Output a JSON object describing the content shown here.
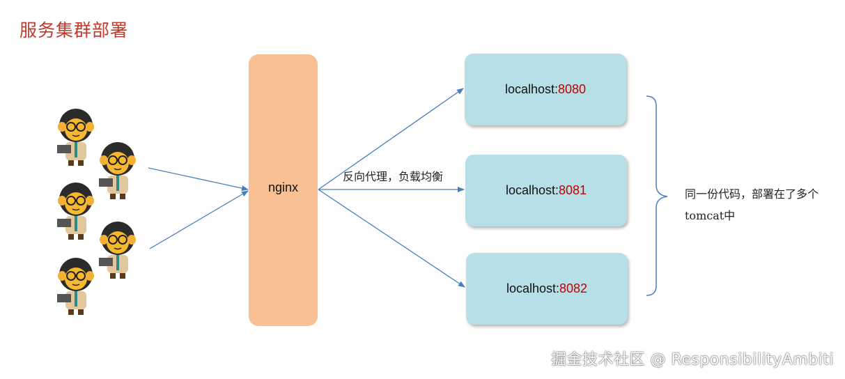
{
  "title": "服务集群部署",
  "nginx": {
    "label": "nginx"
  },
  "edge_label": "反向代理，负载均衡",
  "servers": [
    {
      "host": "localhost:",
      "port": "8080"
    },
    {
      "host": "localhost:",
      "port": "8081"
    },
    {
      "host": "localhost:",
      "port": "8082"
    }
  ],
  "note": "同一份代码，部署在了多个tomcat中",
  "watermark": "掘金技术社区 @ ResponsibilityAmbiti",
  "colors": {
    "title": "#c0392b",
    "nginx_box": "#f8c093",
    "server_box": "#b6dfe7",
    "port_text": "#c00000",
    "arrow": "#4a7ebb"
  },
  "icons": [
    "monkey-user-icon"
  ]
}
